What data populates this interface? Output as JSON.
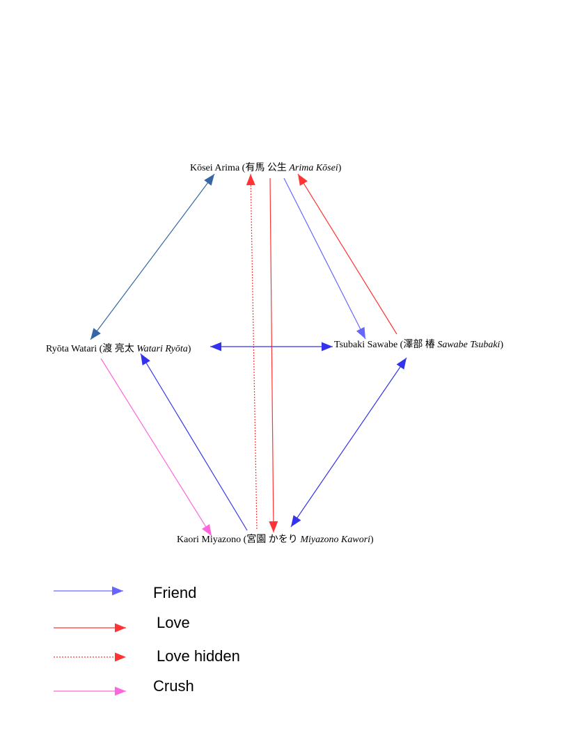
{
  "nodes": {
    "kosei": {
      "name": "Kōsei Arima (有馬 公生 ",
      "romaji": "Arima Kōsei",
      "close": ")"
    },
    "ryota": {
      "name": "Ryōta Watari (渡 亮太 ",
      "romaji": "Watari Ryōta",
      "close": ")"
    },
    "tsubaki": {
      "name": "Tsubaki Sawabe (澤部 椿 ",
      "romaji": "Sawabe Tsubaki",
      "close": ")"
    },
    "kaori": {
      "name": "Kaori Miyazono (宮園 かをり ",
      "romaji": "Miyazono Kawori",
      "close": ")"
    }
  },
  "edge_types": {
    "friend": {
      "label": "Friend",
      "color": "#6666ff"
    },
    "love": {
      "label": "Love",
      "color": "#ff3333"
    },
    "love_hidden": {
      "label": "Love hidden",
      "color": "#ff3333"
    },
    "crush": {
      "label": "Crush",
      "color": "#ff66dd"
    }
  },
  "edges": [
    {
      "from": "kosei",
      "to": "ryota",
      "type": "friend",
      "both": true,
      "color": "#3465a4"
    },
    {
      "from": "kaori",
      "to": "kosei",
      "type": "love_hidden",
      "both": false
    },
    {
      "from": "kosei",
      "to": "kaori",
      "type": "love",
      "both": false
    },
    {
      "from": "kosei",
      "to": "tsubaki",
      "type": "friend",
      "both": false
    },
    {
      "from": "tsubaki",
      "to": "kosei",
      "type": "love",
      "both": false
    },
    {
      "from": "ryota",
      "to": "tsubaki",
      "type": "friend",
      "both": true,
      "color": "#3333ee"
    },
    {
      "from": "kaori",
      "to": "ryota",
      "type": "friend",
      "both": false,
      "color": "#3333ee"
    },
    {
      "from": "ryota",
      "to": "kaori",
      "type": "crush",
      "both": false
    },
    {
      "from": "tsubaki",
      "to": "kaori",
      "type": "friend",
      "both": true,
      "color": "#3333ee"
    }
  ]
}
